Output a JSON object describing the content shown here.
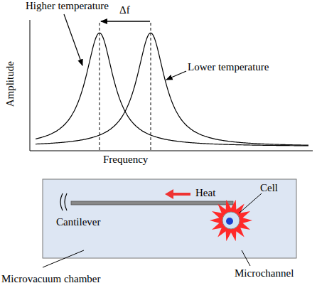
{
  "diagram": {
    "nodes": [
      {
        "text": [
          "Cantilever"
        ]
      },
      {
        "text": [
          "Heat"
        ]
      }
    ],
    "labels": [
      "Higher temperature",
      "Δf",
      "Amplitude",
      "Lower temperature",
      "Frequency",
      "Cell",
      "Microvacuum chamber",
      "Microchannel"
    ]
  }
}
